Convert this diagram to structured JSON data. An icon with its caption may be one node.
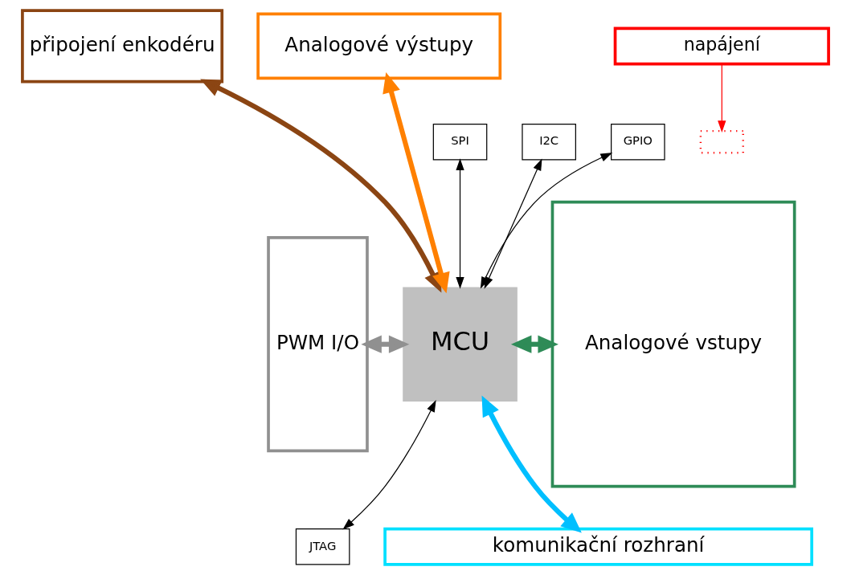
{
  "diagram": {
    "nodes": [
      {
        "text": [
          "připojení enkodéru"
        ]
      },
      {
        "text": [
          "napájení"
        ]
      },
      {
        "text": [
          "Analogové výstupy"
        ]
      },
      {
        "text": [
          "SPI"
        ]
      },
      {
        "text": [
          "I2C"
        ]
      },
      {
        "text": [
          "GPIO"
        ]
      },
      {
        "text": [
          "PWM I/O"
        ]
      },
      {
        "text": [
          "MCU"
        ]
      },
      {
        "text": [
          "Analogové vstupy"
        ]
      },
      {
        "text": [
          "JTAG"
        ]
      },
      {
        "text": [
          "komunikační rozhraní"
        ]
      },
      {
        "text": [],
        "shape": "box"
      }
    ],
    "edges": [
      {
        "from": 0,
        "to": 7,
        "arrow": "both",
        "style": "thick",
        "color": "#8b4513"
      },
      {
        "from": 1,
        "to": 11,
        "arrow": "to",
        "color": "#ff0000"
      },
      {
        "from": 2,
        "to": 7,
        "arrow": "both",
        "style": "thick",
        "color": "#ff8000"
      },
      {
        "from": 3,
        "to": 7,
        "arrow": "both"
      },
      {
        "from": 4,
        "to": 7,
        "arrow": "both"
      },
      {
        "from": 5,
        "to": 7,
        "arrow": "both"
      },
      {
        "from": 6,
        "to": 7,
        "arrow": "both",
        "style": "thick",
        "color": "#909090"
      },
      {
        "from": 7,
        "to": 8,
        "arrow": "both",
        "style": "thick",
        "color": "#2e8b57"
      },
      {
        "from": 7,
        "to": 9,
        "arrow": "both"
      },
      {
        "from": 7,
        "to": 10,
        "arrow": "both",
        "style": "thick",
        "color": "#00bfff"
      }
    ]
  }
}
